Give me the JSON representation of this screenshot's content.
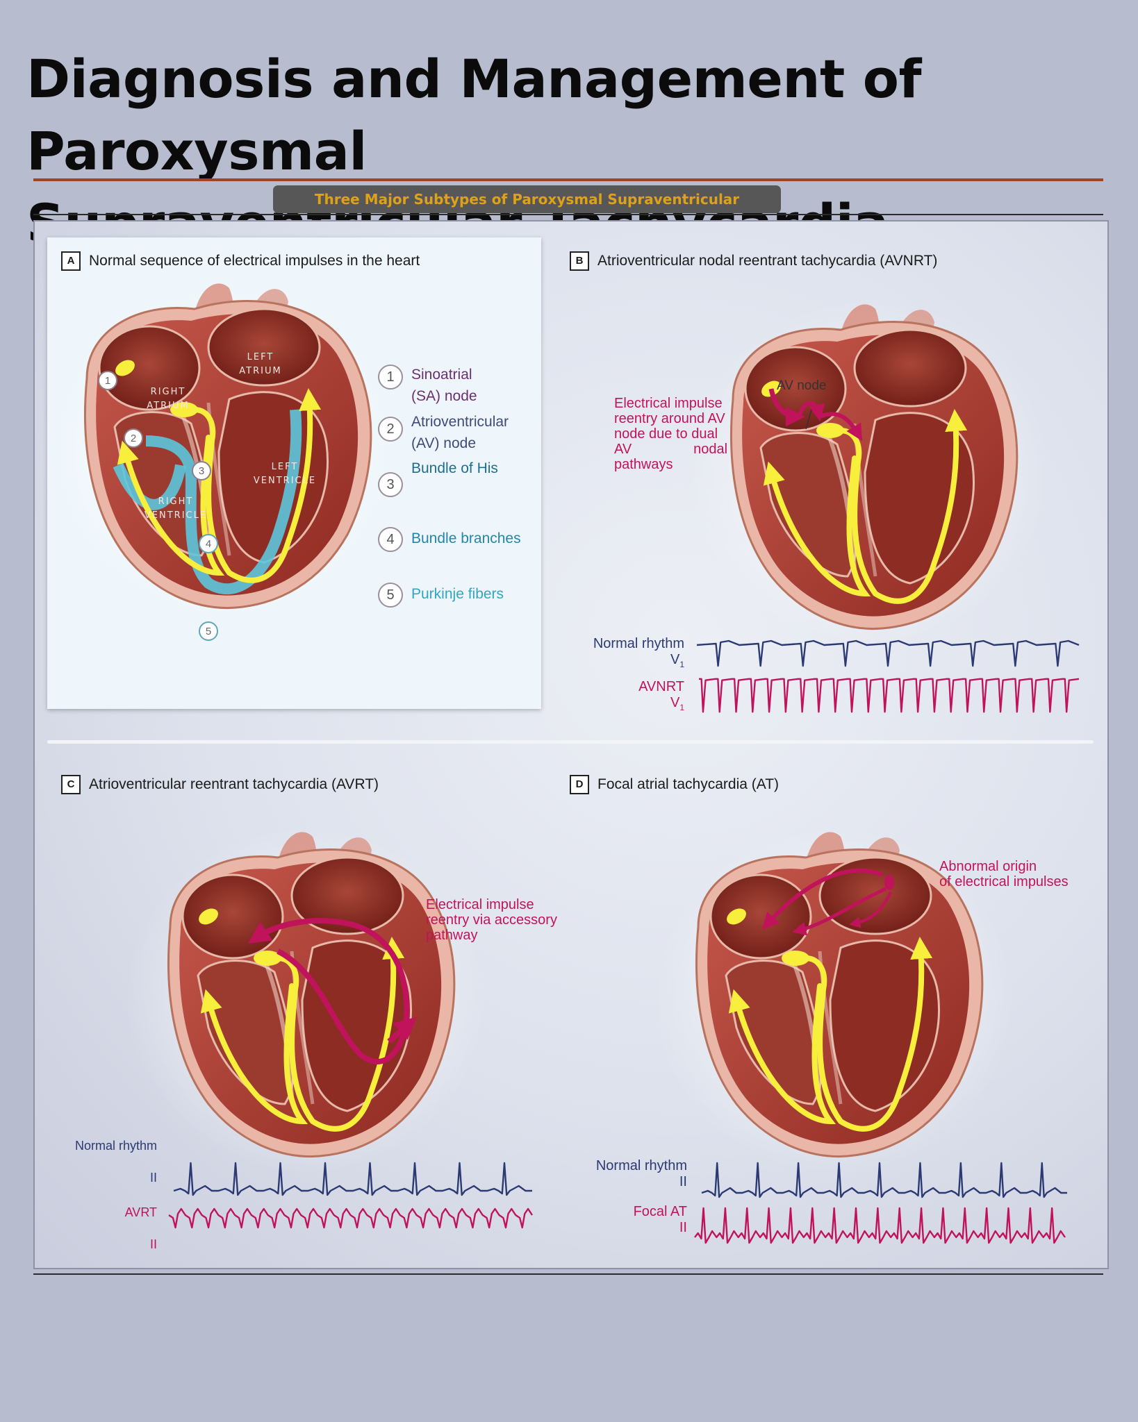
{
  "title_line1": "Diagnosis and Management of Paroxysmal",
  "title_line2": "Supraventricular Tachycardia",
  "subtitle": "Three Major Subtypes of Paroxysmal Supraventricular Tachycardia",
  "colors": {
    "accent_rule": "#a3431f",
    "pill_text": "#dea219",
    "normal_ecg": "#2b3a73",
    "abnormal": "#c0135c",
    "conduction": "#f7ef3c"
  },
  "panel_a": {
    "letter": "A",
    "label": "Normal sequence of electrical impulses in the heart",
    "chambers": {
      "left_atrium_1": "LEFT",
      "left_atrium_2": "ATRIUM",
      "right_atrium_1": "RIGHT",
      "right_atrium_2": "ATRIUM",
      "left_ventricle_1": "LEFT",
      "left_ventricle_2": "VENTRICLE",
      "right_ventricle_1": "RIGHT",
      "right_ventricle_2": "VENTRICLE"
    },
    "markers": [
      "1",
      "2",
      "3",
      "4",
      "5"
    ],
    "legend": [
      {
        "num": "1",
        "line1": "Sinoatrial",
        "line2": "(SA) node",
        "color": "#6b2f6f"
      },
      {
        "num": "2",
        "line1": "Atrioventricular",
        "line2": "(AV) node",
        "color": "#3d4a7a"
      },
      {
        "num": "3",
        "line1": "Bundle of His",
        "line2": "",
        "color": "#1f6e8c"
      },
      {
        "num": "4",
        "line1": "Bundle branches",
        "line2": "",
        "color": "#2486a8"
      },
      {
        "num": "5",
        "line1": "Purkinje fibers",
        "line2": "",
        "color": "#31a6c2"
      }
    ]
  },
  "panel_b": {
    "letter": "B",
    "label": "Atrioventricular nodal reentrant tachycardia (AVNRT)",
    "av_node": "AV node",
    "annotation": [
      "Electrical impulse",
      "reentry around AV",
      "node due to dual",
      "AV                nodal",
      "pathways"
    ],
    "ecg_normal": {
      "name": "Normal rhythm",
      "lead": "V",
      "sub": "1"
    },
    "ecg_abnormal": {
      "name": "AVNRT",
      "lead": "V",
      "sub": "1"
    }
  },
  "panel_c": {
    "letter": "C",
    "label": "Atrioventricular reentrant tachycardia (AVRT)",
    "annotation": [
      "Electrical impulse",
      "reentry via accessory",
      "pathway"
    ],
    "ecg_normal": {
      "name": "Normal rhythm",
      "lead": "II"
    },
    "ecg_abnormal": {
      "name": "AVRT",
      "lead": "II"
    }
  },
  "panel_d": {
    "letter": "D",
    "label": "Focal atrial tachycardia (AT)",
    "annotation": [
      "Abnormal origin",
      "of electrical impulses"
    ],
    "ecg_normal": {
      "name": "Normal rhythm",
      "lead": "II"
    },
    "ecg_abnormal": {
      "name": "Focal AT",
      "lead": "II"
    }
  }
}
